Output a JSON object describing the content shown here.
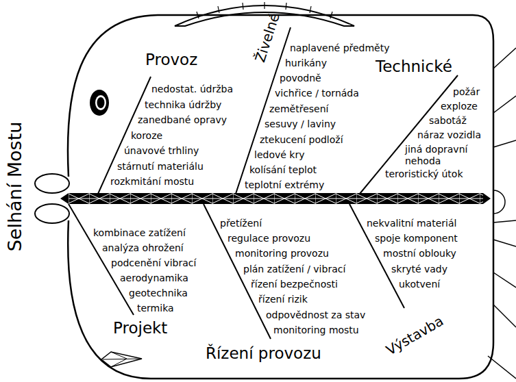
{
  "diagram": {
    "labels": [
      "Selhání Mostu",
      "Provoz",
      "nedostat. údržba",
      "technika údržby",
      "zanedbané opravy",
      "koroze",
      "únavové trhliny",
      "stárnutí materiálu",
      "rozkmitání mostu",
      "Živelné",
      "naplavené předměty",
      "hurikány",
      "povodně",
      "vichřice / tornáda",
      "zemětřesení",
      "sesuvy / laviny",
      "ztekucení podloží",
      "ledové kry",
      "kolísání teplot",
      "teplotní extrémy",
      "Technické",
      "požár",
      "exploze",
      "sabotáž",
      "náraz vozidla",
      "jiná dopravní nehoda",
      "teroristický útok",
      "Projekt",
      "kombinace zatížení",
      "analýza ohrožení",
      "podcenění vibrací",
      "aerodynamika",
      "geotechnika",
      "termika",
      "Řízení provozu",
      "přetížení",
      "regulace provozu",
      "monitoring provozu",
      "plán zatížení / vibrací",
      "řízení bezpečnosti",
      "řízení rizik",
      "odpovědnost za stav",
      "monitoring mostu",
      "Výstavba",
      "nekvalitní materiál",
      "spoje komponent",
      "mostní oblouky",
      "skryté vady",
      "ukotvení"
    ]
  }
}
